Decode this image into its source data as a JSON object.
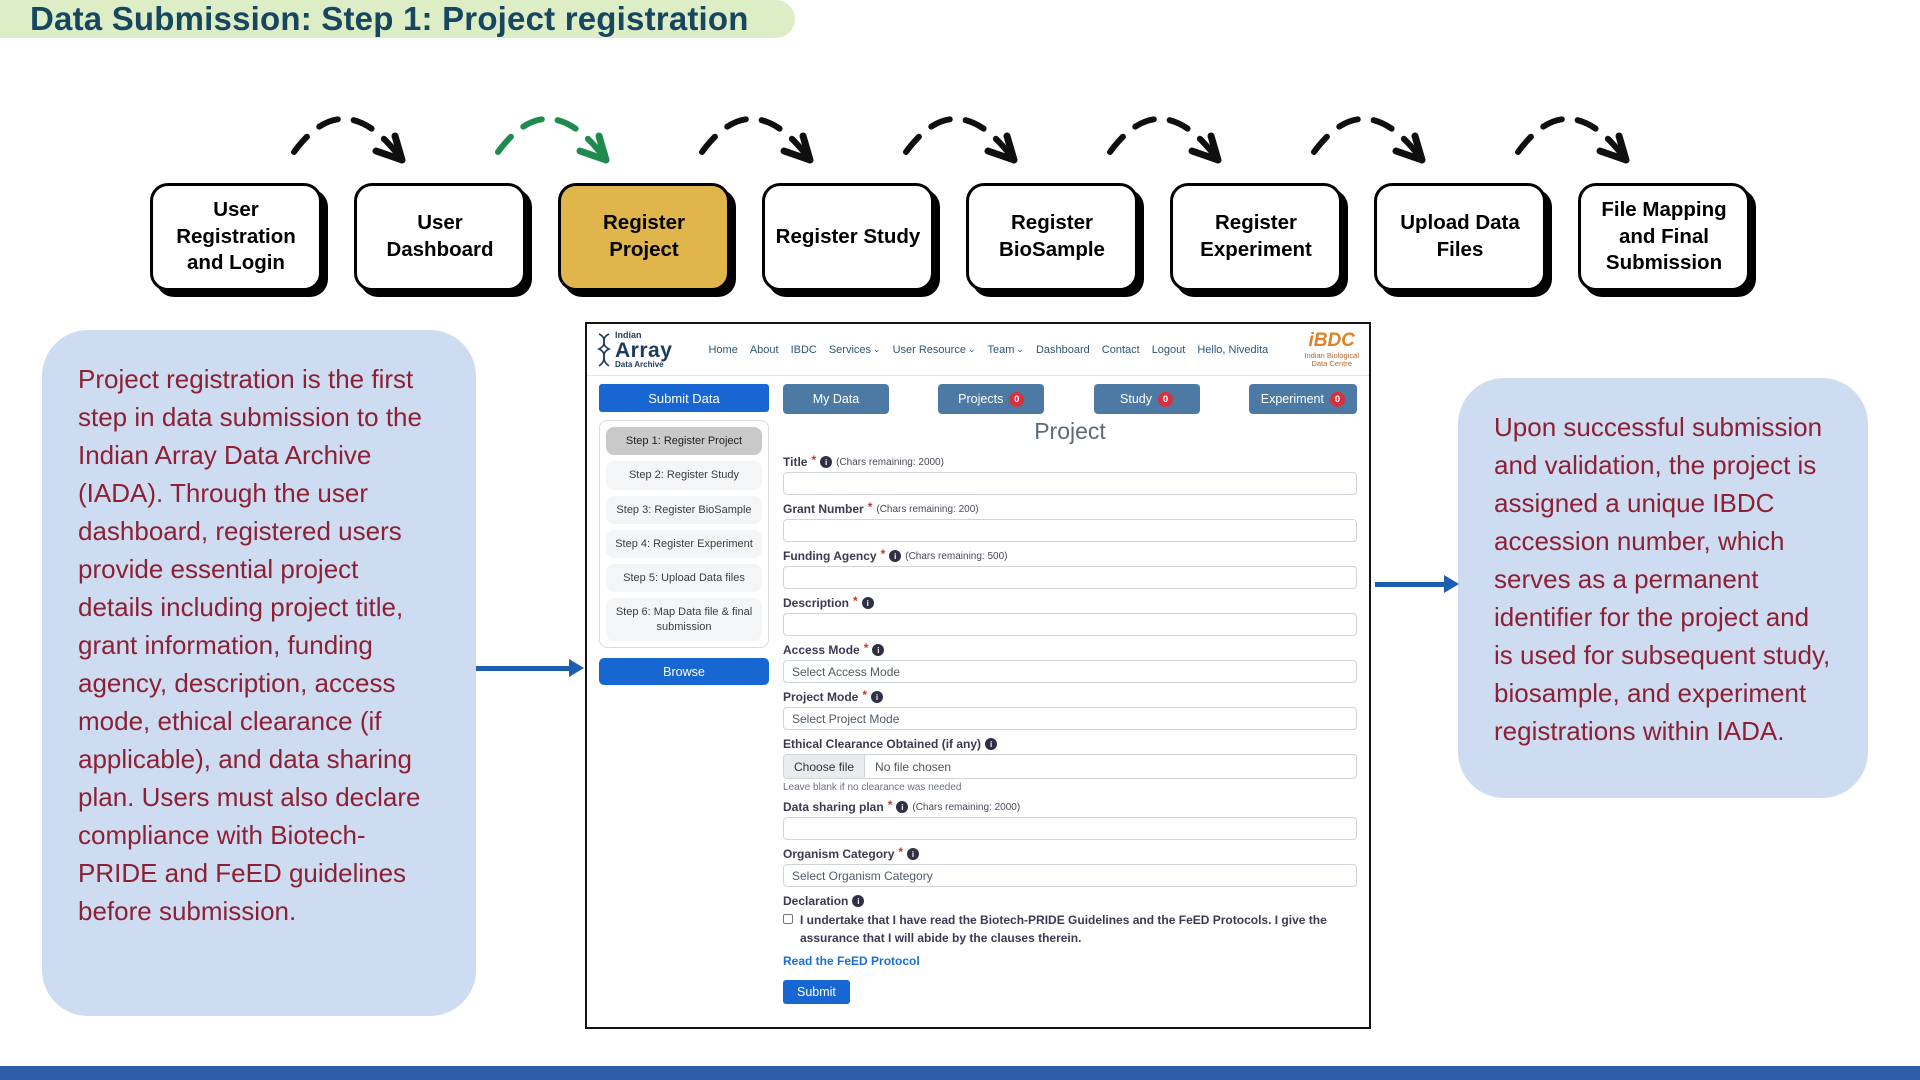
{
  "colors": {
    "banner_bg": "#ddeec7",
    "banner_text": "#17465f",
    "box_active_bg": "#e0b54b",
    "arrow_black": "#0f0f0f",
    "arrow_green": "#1e8a4e",
    "callout_bg": "#cedcf1",
    "callout_text": "#8d2034",
    "connector_blue": "#1d5fae",
    "bottom_bar": "#2e5da9",
    "primary_btn": "#1766d1",
    "toolbar_btn": "#4d7aa4",
    "badge_red": "#d9303e",
    "nav_link": "#2c5777",
    "logo_navy": "#1d3a5f",
    "ibdc_orange": "#e08227"
  },
  "banner": {
    "text": "Data Submission: Step 1: Project registration"
  },
  "flowchart": {
    "steps": [
      {
        "label": "User Registration and Login"
      },
      {
        "label": "User Dashboard"
      },
      {
        "label": "Register Project"
      },
      {
        "label": "Register Study"
      },
      {
        "label": "Register BioSample"
      },
      {
        "label": "Register Experiment"
      },
      {
        "label": "Upload Data Files"
      },
      {
        "label": "File Mapping and Final Submission"
      }
    ]
  },
  "left_callout": {
    "text": "Project registration is the first step in data submission to the Indian Array Data Archive (IADA). Through the user dashboard, registered users provide essential project details including project title, grant information, funding agency, description, access mode, ethical clearance (if applicable), and data sharing plan. Users must also declare compliance with Biotech-PRIDE and FeED guidelines before submission."
  },
  "right_callout": {
    "text": "Upon successful submission and validation, the project is assigned a unique IBDC accession number, which serves as a permanent identifier for the project and is used for subsequent study, biosample, and experiment registrations within IADA."
  },
  "screenshot": {
    "nav": {
      "logo": {
        "top": "Indian",
        "main": "Array",
        "bottom": "Data Archive"
      },
      "items": [
        "Home",
        "About",
        "IBDC",
        "Services",
        "User Resource",
        "Team",
        "Dashboard",
        "Contact",
        "Logout"
      ],
      "caret_glyph": "⌄",
      "greeting": "Hello, Nivedita",
      "ibdc_logo": {
        "mark": "iBDC",
        "caption1": "Indian Biological",
        "caption2": "Data Centre"
      }
    },
    "toolbar": {
      "submit_data": "Submit Data",
      "buttons": [
        {
          "label": "My Data"
        },
        {
          "label": "Projects",
          "badge": "0"
        },
        {
          "label": "Study",
          "badge": "0"
        },
        {
          "label": "Experiment",
          "badge": "0"
        }
      ]
    },
    "sidebar": {
      "steps": [
        "Step 1: Register Project",
        "Step 2: Register Study",
        "Step 3: Register BioSample",
        "Step 4: Register Experiment",
        "Step 5: Upload Data files",
        "Step 6: Map Data file & final submission"
      ],
      "browse": "Browse"
    },
    "form": {
      "heading": "Project",
      "req_glyph": "*",
      "info_glyph": "i",
      "fields": [
        {
          "label": "Title",
          "chars": "(Chars remaining: 2000)"
        },
        {
          "label": "Grant Number",
          "chars": "(Chars remaining: 200)"
        },
        {
          "label": "Funding Agency",
          "chars": "(Chars remaining: 500)"
        },
        {
          "label": "Description"
        },
        {
          "label": "Access Mode",
          "placeholder": "Select Access Mode"
        },
        {
          "label": "Project Mode",
          "placeholder": "Select Project Mode"
        },
        {
          "label": "Ethical Clearance Obtained (if any)",
          "button": "Choose file",
          "status": "No file chosen",
          "hint": "Leave blank if no clearance was needed"
        },
        {
          "label": "Data sharing plan",
          "chars": "(Chars remaining: 2000)"
        },
        {
          "label": "Organism Category",
          "placeholder": "Select Organism Category"
        }
      ],
      "declaration": {
        "label": "Declaration",
        "text": "I undertake that I have read the Biotech-PRIDE Guidelines and the FeED Protocols. I give the assurance that I will abide by the clauses therein.",
        "link": "Read the FeED Protocol"
      },
      "submit": "Submit"
    }
  }
}
